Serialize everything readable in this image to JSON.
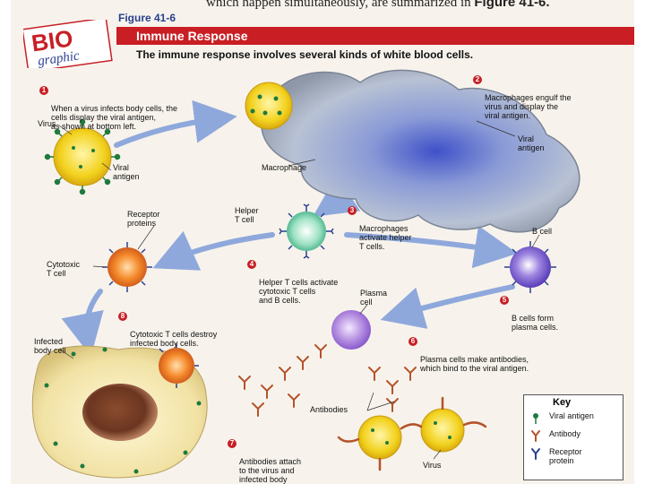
{
  "header": {
    "top_text_before": "which happen simultaneously, are summarized in",
    "top_text_bold": "Figure 41-6.",
    "logo_bio": "BIO",
    "logo_graphic": "graphic",
    "figure_number": "Figure 41-6",
    "title": "Immune Response",
    "subtitle": "The immune response involves several kinds of white blood cells."
  },
  "steps": [
    {
      "num": "1",
      "text": "When a virus infects body cells, the\ncells display the viral antigen,\nas shown at bottom left."
    },
    {
      "num": "2",
      "text": "Macrophages engulf the\nvirus and display the\nviral antigen."
    },
    {
      "num": "3",
      "text": "Macrophages\nactivate helper\nT cells."
    },
    {
      "num": "4",
      "text": "Helper T cells activate\ncytotoxic T cells\nand B cells."
    },
    {
      "num": "5",
      "text": "B cells form\nplasma cells."
    },
    {
      "num": "6",
      "text": "Plasma cells make antibodies,\nwhich bind to the viral antigen."
    },
    {
      "num": "7",
      "text": "Antibodies attach\nto the virus and\ninfected body\ncells."
    },
    {
      "num": "8",
      "text": "Cytotoxic T cells destroy\ninfected body cells."
    }
  ],
  "labels": {
    "virus": "Virus",
    "viral_antigen_left": "Viral\nantigen",
    "macrophage": "Macrophage",
    "viral_antigen_right": "Viral\nantigen",
    "helper_t_cell": "Helper\nT cell",
    "receptor_proteins": "Receptor\nproteins",
    "cytotoxic_t_cell": "Cytotoxic\nT cell",
    "b_cell": "B cell",
    "plasma_cell": "Plasma\ncell",
    "infected_body_cell": "Infected\nbody cell",
    "antibodies": "Antibodies",
    "virus_bottom": "Virus"
  },
  "key": {
    "title": "Key",
    "items": [
      {
        "label": "Viral antigen",
        "icon": "viral-antigen-icon",
        "color": "#1f7a3d"
      },
      {
        "label": "Antibody",
        "icon": "antibody-icon",
        "color": "#b5532a"
      },
      {
        "label": "Receptor\nprotein",
        "icon": "receptor-protein-icon",
        "color": "#2a3f8f"
      }
    ]
  },
  "colors": {
    "accent_red": "#c81e24",
    "virus_yellow": "#f2d21e",
    "macrophage_gray": "#9aa6b8",
    "helper_green": "#7fd3b0",
    "cytotoxic_orange": "#f07a1e",
    "b_cell_purple": "#8f6fd6",
    "plasma_purple": "#b58fe0",
    "infected_cream": "#f1e2a4"
  }
}
